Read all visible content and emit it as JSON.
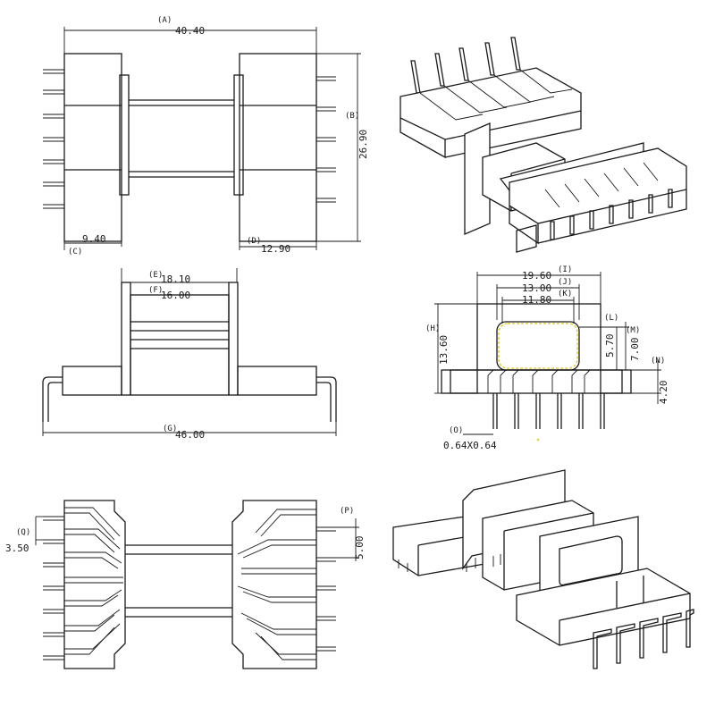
{
  "dims": {
    "A": {
      "tag": "(A)",
      "value": "40.40"
    },
    "B": {
      "tag": "(B)",
      "value": "26.90"
    },
    "C": {
      "tag": "(C)",
      "value": "9.40"
    },
    "D": {
      "tag": "(D)",
      "value": "12.90"
    },
    "E": {
      "tag": "(E)",
      "value": "18.10"
    },
    "F": {
      "tag": "(F)",
      "value": "16.00"
    },
    "G": {
      "tag": "(G)",
      "value": "46.00"
    },
    "H": {
      "tag": "(H)",
      "value": "13.60"
    },
    "I": {
      "tag": "(I)",
      "value": "19.60"
    },
    "J": {
      "tag": "(J)",
      "value": "13.00"
    },
    "K": {
      "tag": "(K)",
      "value": "11.80"
    },
    "L": {
      "tag": "(L)"
    },
    "M": {
      "tag": "(M)",
      "value": "5.70"
    },
    "M2": {
      "value": "7.00"
    },
    "N": {
      "tag": "(N)",
      "value": "4.20"
    },
    "O": {
      "tag": "(O)",
      "value": "0.64X0.64"
    },
    "P": {
      "tag": "(P)",
      "value": "5.00"
    },
    "Q": {
      "tag": "(Q)",
      "value": "3.50"
    }
  },
  "colors": {
    "line": "#1a1a1a",
    "highlight": "#e0d24a",
    "background": "#ffffff"
  }
}
